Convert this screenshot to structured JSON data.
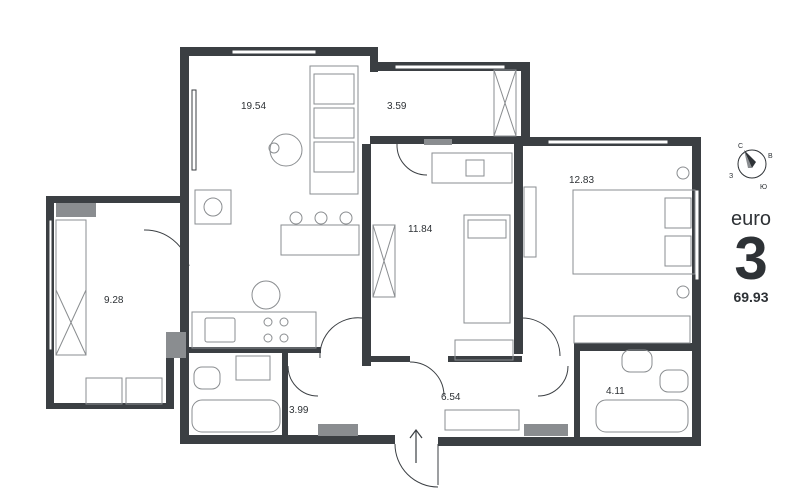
{
  "plan": {
    "rooms": [
      {
        "id": "living",
        "area": "19.54"
      },
      {
        "id": "storage",
        "area": "3.59"
      },
      {
        "id": "loggia",
        "area": "9.28"
      },
      {
        "id": "bedroom",
        "area": "11.84"
      },
      {
        "id": "master",
        "area": "12.83"
      },
      {
        "id": "bath1",
        "area": "3.99"
      },
      {
        "id": "hall",
        "area": "6.54"
      },
      {
        "id": "bath2",
        "area": "4.11"
      }
    ],
    "compass": {
      "n": "С",
      "e": "В",
      "s": "Ю",
      "w": "З"
    }
  },
  "info": {
    "type": "euro",
    "rooms": "3",
    "total": "69.93"
  },
  "colors": {
    "wall": "#3b3f43",
    "line": "#8a8d90",
    "window": "#ffffff"
  }
}
